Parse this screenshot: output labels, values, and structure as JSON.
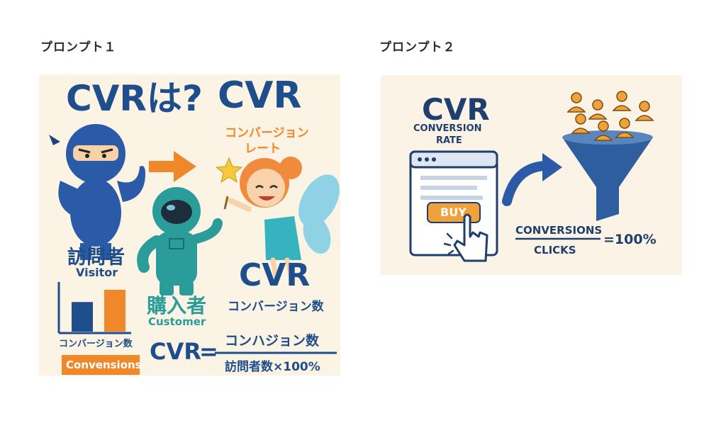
{
  "page": {
    "heading_left": "プロンプト１",
    "heading_right": "プロンプト２"
  },
  "card1": {
    "title_question": "CVRは?",
    "title_cvr": "CVR",
    "rate_label_line1": "コンバージョン",
    "rate_label_line2": "レート",
    "visitor_jp": "訪問者",
    "visitor_en": "Visitor",
    "customer_jp": "購入者",
    "customer_en": "Customer",
    "cvr_big": "CVR",
    "conversions_count_label": "コンバージョン数",
    "chart_caption": "コンバージョン数",
    "conversions_badge": "Convensions",
    "formula_left": "CVR",
    "formula_equals": "=",
    "formula_numerator": "コンハジョン数",
    "formula_denominator": "訪問者数×100%"
  },
  "card2": {
    "cvr": "CVR",
    "conversion_rate_line1": "CONVERSION",
    "conversion_rate_line2": "RATE",
    "buy_button": "BUY",
    "formula_numerator": "CONVERSIONS",
    "formula_denominator": "CLICKS",
    "formula_result": "=100%"
  },
  "colors": {
    "navy": "#1f4e8c",
    "orange": "#f0882a",
    "teal": "#2a9d9a",
    "cream": "#fbf3e3"
  },
  "chart_data": {
    "type": "bar",
    "categories": [
      "",
      ""
    ],
    "values": [
      0.58,
      0.82
    ],
    "title": "",
    "xlabel": "",
    "ylabel": ""
  }
}
